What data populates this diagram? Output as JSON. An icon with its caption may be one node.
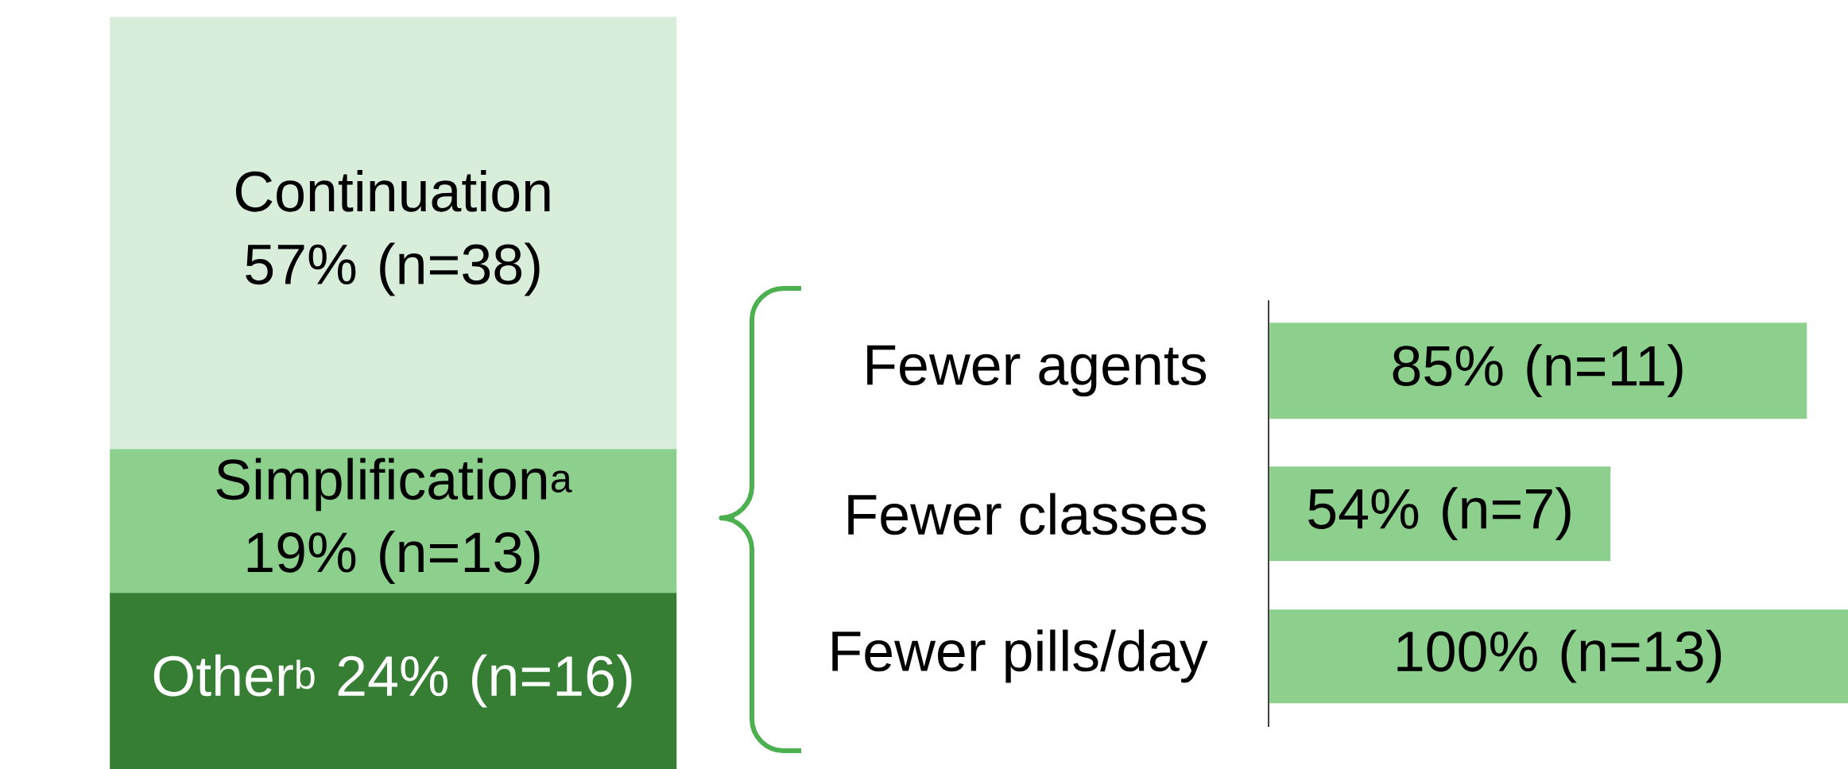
{
  "diagram": {
    "nodes": [
      {
        "text": [
          "Continuation 57% (n=38)"
        ]
      },
      {
        "text": [
          "Simplification$^{a}$ 19% (n=13)"
        ]
      },
      {
        "text": [
          "Other$^{b}$ 24% (n=16)"
        ]
      },
      {
        "text": [
          "85% (n=11)"
        ],
        "beside": [
          "Fewer agents"
        ]
      },
      {
        "text": [
          "54% (n=7)"
        ],
        "beside": [
          "Fewer classes"
        ]
      },
      {
        "text": [
          "100% (n=13)"
        ],
        "beside": [
          "Fewer pills/day"
        ]
      }
    ]
  }
}
